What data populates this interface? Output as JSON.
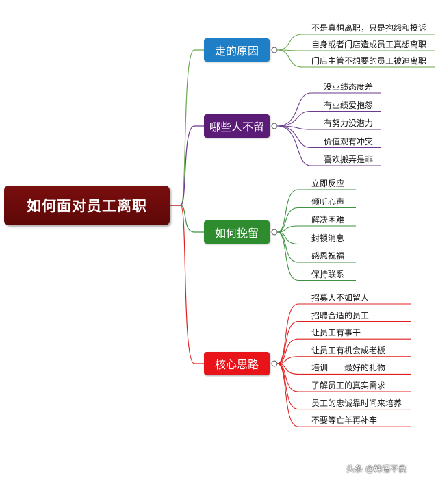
{
  "root": {
    "label": "如何面对员工离职",
    "color": "#7a0e0e"
  },
  "branches": [
    {
      "label": "走的原因",
      "color": "#1e7fc6",
      "line_color": "#6aa84f",
      "leaves": [
        "不是真想离职，只是抱怨和投诉",
        "自身或者门店造成员工真想离职",
        "门店主管不想要的员工被迫离职"
      ]
    },
    {
      "label": "哪些人不留",
      "color": "#5b1c77",
      "line_color": "#6b3a8c",
      "leaves": [
        "没业绩态度差",
        "有业绩爱抱怨",
        "有努力没潜力",
        "价值观有冲突",
        "喜欢搬弄是非"
      ]
    },
    {
      "label": "如何挽留",
      "color": "#2e8b2e",
      "line_color": "#3d9140",
      "leaves": [
        "立即反应",
        "倾听心声",
        "解决困难",
        "封锁消息",
        "感恩祝福",
        "保持联系"
      ]
    },
    {
      "label": "核心思路",
      "color": "#e8141a",
      "line_color": "#e02020",
      "leaves": [
        "招募人不如留人",
        "招聘合适的员工",
        "让员工有事干",
        "让员工有机会成老板",
        "培训——最好的礼物",
        "了解员工的真实需求",
        "员工的忠诚靠时间来培养",
        "不要等亡羊再补牢"
      ]
    }
  ],
  "watermark": "头条 @韩语不良"
}
